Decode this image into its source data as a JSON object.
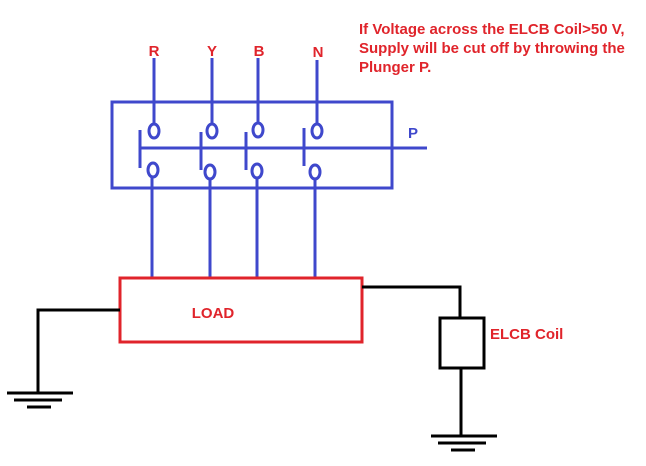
{
  "title": "ELCB (Earth Leakage Circuit Breaker) working diagram",
  "colors": {
    "switch": "#3f48cc",
    "load": "#e0242b",
    "earth_wiring": "#000000",
    "text_red": "#e0242b",
    "text_blue": "#3f48cc"
  },
  "note": {
    "lines": [
      "If Voltage across the ELCB Coil>50 V,",
      "Supply will be cut off by throwing the",
      "Plunger P."
    ]
  },
  "phases": [
    {
      "label": "R"
    },
    {
      "label": "Y"
    },
    {
      "label": "B"
    },
    {
      "label": "N"
    }
  ],
  "switch": {
    "plunger_label": "P",
    "pole_count": 4
  },
  "load": {
    "label": "LOAD"
  },
  "coil": {
    "label": "ELCB Coil"
  },
  "grounds": [
    {
      "name": "load-frame-earth",
      "symbol": "ground-icon"
    },
    {
      "name": "coil-earth",
      "symbol": "ground-icon"
    }
  ]
}
